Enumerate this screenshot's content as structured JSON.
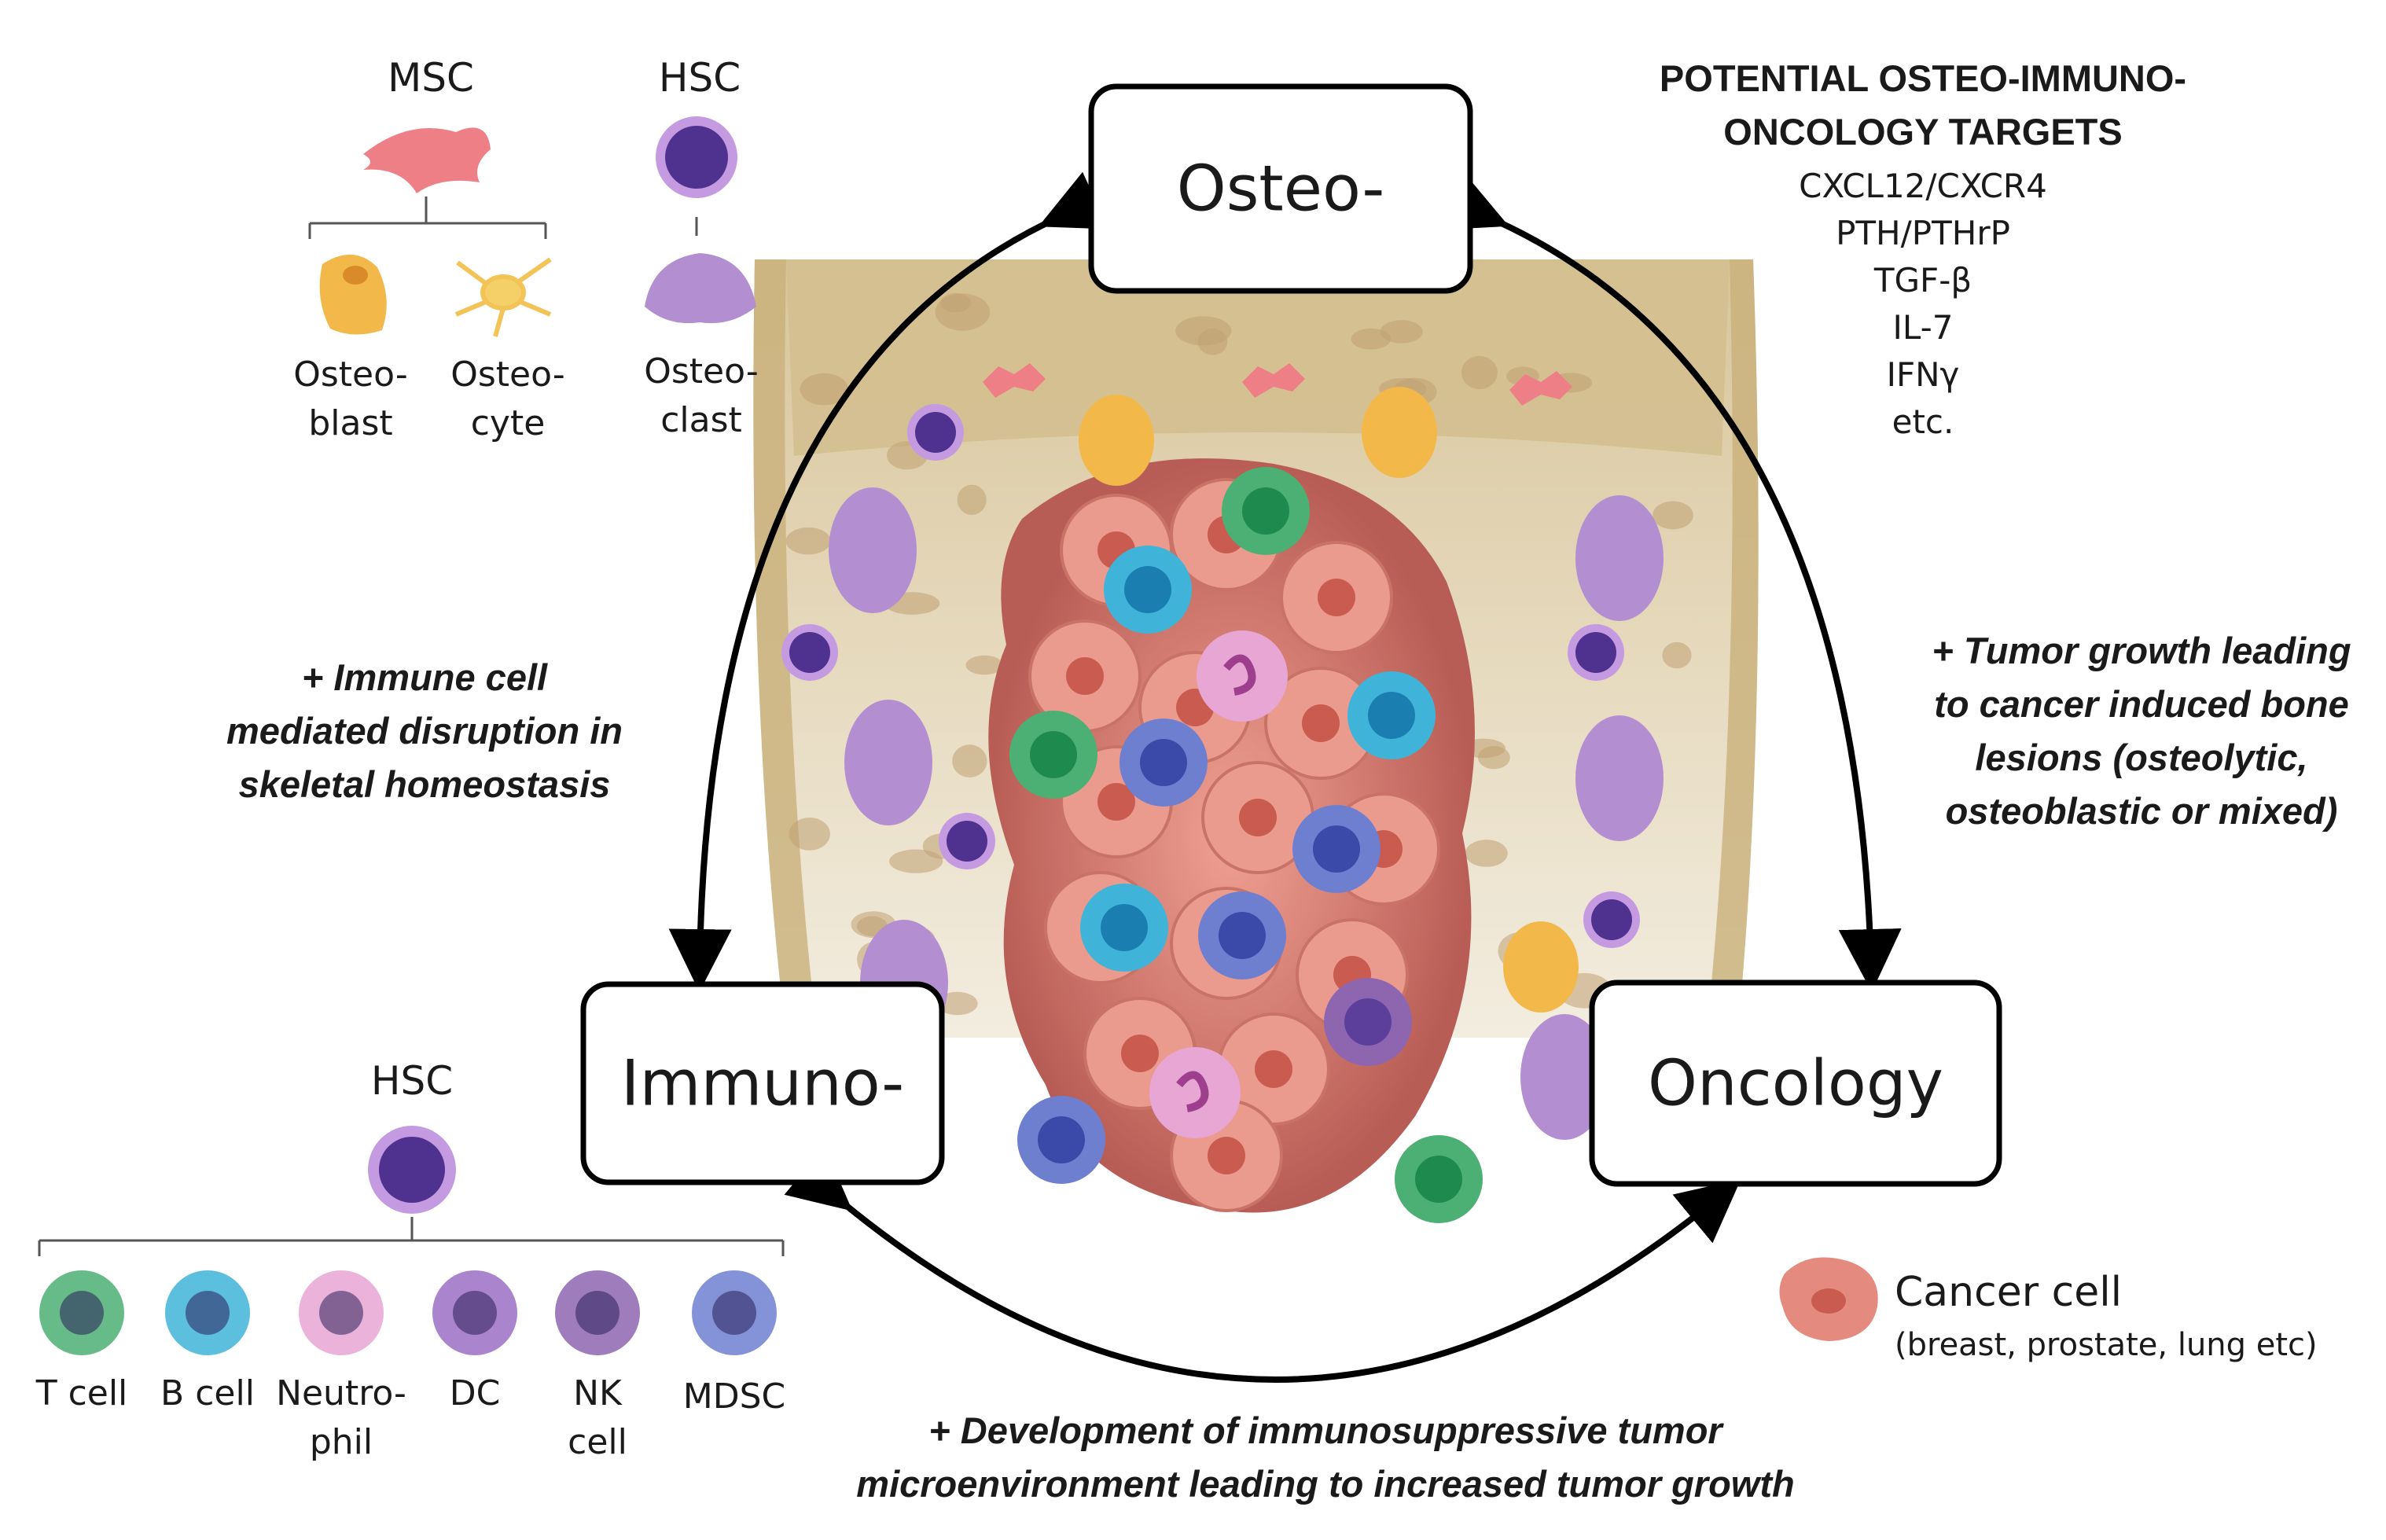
{
  "boxes": {
    "osteo": "Osteo-",
    "immuno": "Immuno-",
    "oncology": "Oncology"
  },
  "osteo_lineage": {
    "msc": "MSC",
    "hsc": "HSC",
    "osteoblast": [
      "Osteo-",
      "blast"
    ],
    "osteocyte": [
      "Osteo-",
      "cyte"
    ],
    "osteoclast": [
      "Osteo-",
      "clast"
    ]
  },
  "immune_lineage": {
    "hsc": "HSC",
    "cells": [
      {
        "name": "T cell",
        "color": "#4caf73"
      },
      {
        "name": "B cell",
        "color": "#3fb4d8"
      },
      {
        "name": [
          "Neutro-",
          "phil"
        ],
        "color": "#e7a6d4"
      },
      {
        "name": "DC",
        "color": "#9b6ec4"
      },
      {
        "name": [
          "NK",
          "cell"
        ],
        "color": "#8e66b0"
      },
      {
        "name": "MDSC",
        "color": "#6f7fd0"
      }
    ]
  },
  "targets": {
    "title": [
      "POTENTIAL OSTEO-IMMUNO-",
      "ONCOLOGY TARGETS"
    ],
    "items": [
      "CXCL12/CXCR4",
      "PTH/PTHrP",
      "TGF-β",
      "IL-7",
      "IFNγ",
      "etc."
    ]
  },
  "arrows_text": {
    "left": [
      "+ Immune cell",
      "mediated disruption in",
      "skeletal homeostasis"
    ],
    "right": [
      "+ Tumor growth leading",
      "to cancer induced bone",
      "lesions (osteolytic,",
      "osteoblastic or mixed)"
    ],
    "bottom": [
      "+ Development of immunosuppressive tumor",
      "microenvironment leading to increased tumor growth"
    ]
  },
  "legend": {
    "title": "Cancer cell",
    "subtitle": "(breast, prostate, lung etc)"
  },
  "colors": {
    "bone": "#d9c9a3",
    "marrow": "#efe6cf",
    "cancer": "#e58a7e",
    "osteoclast": "#b38ed1",
    "osteoblast": "#f2b94a",
    "msc": "#ef7f86",
    "hsc": "#5b3f9a"
  }
}
